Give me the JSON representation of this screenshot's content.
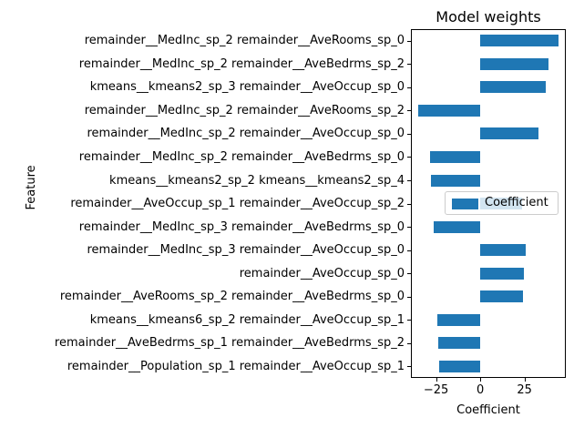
{
  "chart_data": {
    "type": "bar",
    "orientation": "horizontal",
    "title": "Model weights",
    "xlabel": "Coefficient",
    "ylabel": "Feature",
    "legend_entries": [
      "Coefficient"
    ],
    "legend_position": "center right",
    "bar_color": "#1f77b4",
    "grid": false,
    "xlim": [
      -39.2,
      48.3
    ],
    "xticks": [
      -25,
      0,
      25
    ],
    "categories": [
      "remainder__MedInc_sp_2 remainder__AveRooms_sp_0",
      "remainder__MedInc_sp_2 remainder__AveBedrms_sp_2",
      "kmeans__kmeans2_sp_3 remainder__AveOccup_sp_0",
      "remainder__MedInc_sp_2 remainder__AveRooms_sp_2",
      "remainder__MedInc_sp_2 remainder__AveOccup_sp_0",
      "remainder__MedInc_sp_2 remainder__AveBedrms_sp_0",
      "kmeans__kmeans2_sp_2 kmeans__kmeans2_sp_4",
      "remainder__AveOccup_sp_1 remainder__AveOccup_sp_2",
      "remainder__MedInc_sp_3 remainder__AveBedrms_sp_0",
      "remainder__MedInc_sp_3 remainder__AveOccup_sp_0",
      "remainder__AveOccup_sp_0",
      "remainder__AveRooms_sp_2 remainder__AveBedrms_sp_0",
      "kmeans__kmeans6_sp_2 remainder__AveOccup_sp_1",
      "remainder__AveBedrms_sp_1 remainder__AveBedrms_sp_2",
      "remainder__Population_sp_1 remainder__AveOccup_sp_1"
    ],
    "values": [
      44,
      38.5,
      37,
      -35,
      33,
      -28.5,
      -28,
      23.5,
      -26.5,
      25.5,
      24.5,
      24,
      -24.5,
      -24,
      -23.5
    ]
  }
}
